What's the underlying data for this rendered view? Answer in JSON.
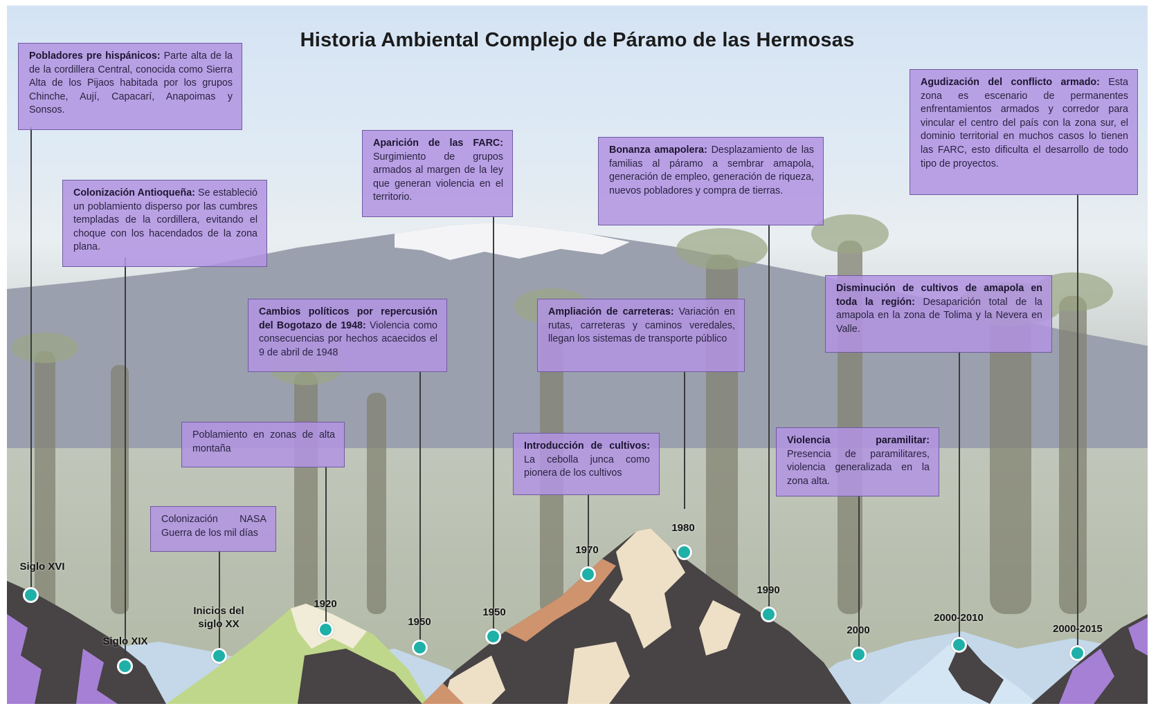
{
  "title": "Historia Ambiental Complejo de Páramo de las Hermosas",
  "colors": {
    "box_fill": "#b294e2",
    "box_border": "#6f5aa0",
    "marker": "#1fb0a8",
    "mountain_dark": "#2f2a2b",
    "mountain_purple": "#9a6fd0",
    "mountain_cream": "#ecdcc0",
    "mountain_green": "#b7d27a",
    "mountain_orange": "#c9845a"
  },
  "events": [
    {
      "heading": "Pobladores pre hispánicos:",
      "text": "Parte alta de la de la cordillera Central, conocida como Sierra Alta de los Pijaos habitada por los grupos Chinche, Aují, Capacarí, Anapoimas y Sonsos.",
      "label": "Siglo XVI"
    },
    {
      "heading": "Colonización Antioqueña:",
      "text": "Se estableció un poblamiento disperso por las cumbres templadas de la cordillera, evitando el choque con los hacendados de la zona plana.",
      "label": "Siglo XIX"
    },
    {
      "heading": "",
      "text": "Colonización NASA Guerra de los mil días",
      "label": "Inicios del siglo XX"
    },
    {
      "heading": "",
      "text": "Poblamiento en zonas de alta montaña",
      "label": "1920"
    },
    {
      "heading": "Cambios políticos por repercusión del Bogotazo de 1948:",
      "text": "Violencia como consecuencias por hechos acaecidos el 9 de abril de 1948",
      "label": "1950"
    },
    {
      "heading": "Aparición de las FARC:",
      "text": "Surgimiento de grupos armados al margen de la ley que generan violencia en el territorio.",
      "label": "1950"
    },
    {
      "heading": "Introducción de cultivos:",
      "text": "La cebolla junca como pionera de los cultivos",
      "label": "1970"
    },
    {
      "heading": "Ampliación de carreteras:",
      "text": "Variación en rutas, carreteras y caminos veredales, llegan los sistemas de transporte público",
      "label": "1980"
    },
    {
      "heading": "Bonanza amapolera:",
      "text": "Desplazamiento de las familias al páramo a sembrar amapola, generación de empleo, generación de riqueza, nuevos pobladores y compra de tierras.",
      "label": "1990"
    },
    {
      "heading": "Violencia paramilitar:",
      "text": "Presencia de paramilitares, violencia generalizada en la zona alta.",
      "label": "2000"
    },
    {
      "heading": "Disminución de cultivos de amapola en toda la región:",
      "text": "Desaparición total de la amapola en la zona de Tolima y la Nevera en Valle.",
      "label": "2000-2010"
    },
    {
      "heading": "Agudización del conflicto armado:",
      "text": "Esta zona es escenario de permanentes enfrentamientos armados y corredor para vincular el centro del país con la zona sur, el dominio territorial en muchos casos lo tienen las FARC, esto dificulta el desarrollo de todo tipo de proyectos.",
      "label": "2000-2015"
    }
  ]
}
